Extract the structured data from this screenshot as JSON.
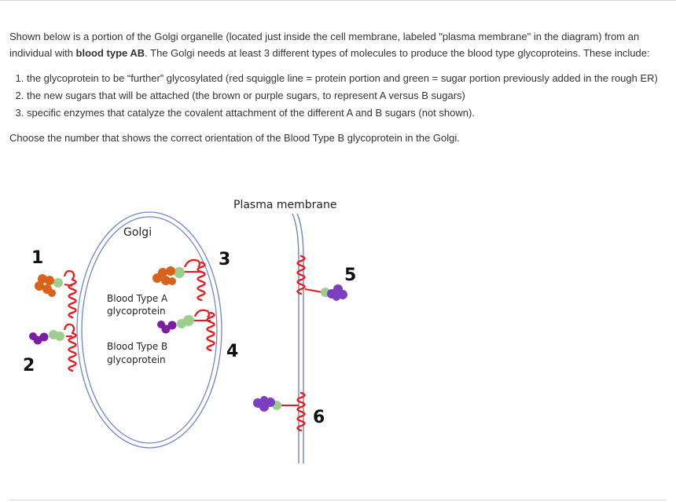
{
  "question": {
    "intro_part1": "Shown below is a portion of the Golgi organelle (located just inside the cell membrane, labeled \"plasma membrane\" in the diagram) from an individual with ",
    "intro_bold": "blood type AB",
    "intro_part2": ". The Golgi needs at least 3 different types of molecules to produce the blood type glycoproteins. These include:",
    "list": [
      "the glycoprotein to be “further” glycosylated (red squiggle line = protein portion and green = sugar portion previously added in the rough ER)",
      "the new sugars that will be attached (the brown or purple sugars, to represent A versus B sugars)",
      " specific enzymes that catalyze the covalent attachment of the different A and B sugars (not shown)."
    ],
    "prompt": "Choose the number that shows the correct orientation of the Blood Type B glycoprotein in the Golgi."
  },
  "diagram": {
    "plasma_membrane_label": "Plasma membrane",
    "golgi_label": "Golgi",
    "type_a_line1": "Blood Type A",
    "type_a_line2": "glycoprotein",
    "type_b_line1": "Blood Type B",
    "type_b_line2": "glycoprotein",
    "numbers": [
      "1",
      "2",
      "3",
      "4",
      "5",
      "6"
    ],
    "colors": {
      "protein": "#e8191f",
      "sugar_green": "#9ccf8e",
      "sugar_a_brown": "#d9621a",
      "sugar_b_purple": "#7b1fa2",
      "sugar_b_violet": "#7c3fbf",
      "membrane": "#6f86c4"
    }
  }
}
